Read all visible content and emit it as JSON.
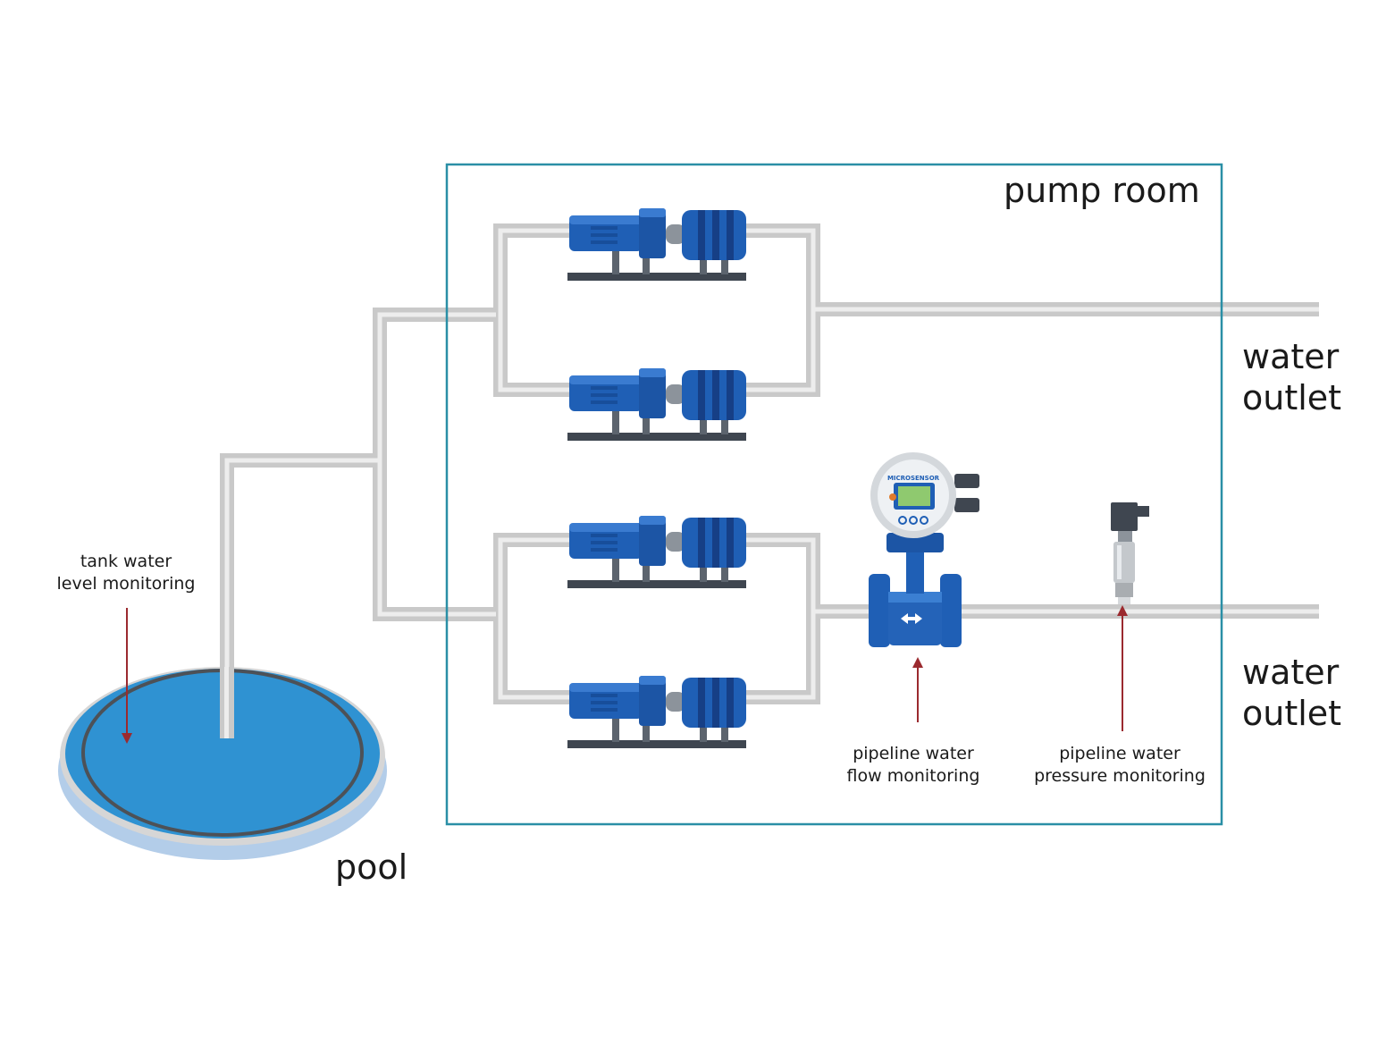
{
  "labels": {
    "pump_room": "pump room",
    "water_outlet_top": [
      "water",
      "outlet"
    ],
    "water_outlet_bottom": [
      "water",
      "outlet"
    ],
    "pool": "pool",
    "tank_level": [
      "tank water",
      "level monitoring"
    ],
    "flow_monitoring": [
      "pipeline water",
      "flow monitoring"
    ],
    "pressure_monitoring": [
      "pipeline water",
      "pressure monitoring"
    ],
    "flowmeter_brand": "MICROSENSOR"
  },
  "colors": {
    "room_border": "#2a8fa6",
    "pipe": "#c9c9c9",
    "pipe_highlight": "#ededed",
    "pump_blue": "#1f5fb5",
    "pump_dark": "#163f86",
    "base_rail": "#3f4650",
    "water": "#2f92d2",
    "pool_rim": "#9fc2e8",
    "arrow": "#9b2a2f"
  },
  "icons": [
    "pump-icon",
    "flowmeter-icon",
    "pressure-sensor-icon",
    "pool-icon",
    "arrow-up-icon",
    "arrow-down-icon"
  ]
}
